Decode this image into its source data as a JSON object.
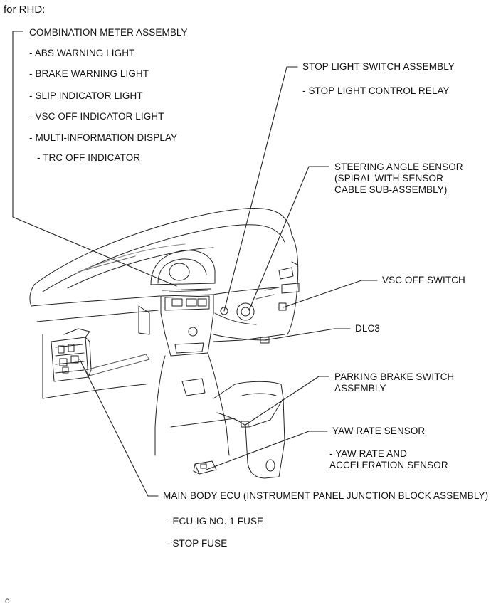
{
  "header": {
    "title": "for RHD:"
  },
  "combination_meter": {
    "title": "COMBINATION METER ASSEMBLY",
    "items": [
      "- ABS WARNING LIGHT",
      "- BRAKE WARNING LIGHT",
      "- SLIP INDICATOR LIGHT",
      "- VSC OFF INDICATOR LIGHT",
      "- MULTI-INFORMATION DISPLAY"
    ],
    "subitem": "- TRC OFF INDICATOR"
  },
  "stop_light_switch": {
    "title": "STOP LIGHT SWITCH ASSEMBLY",
    "items": [
      "- STOP LIGHT CONTROL RELAY"
    ]
  },
  "steering_angle_sensor": {
    "lines": [
      "STEERING ANGLE SENSOR",
      "(SPIRAL WITH SENSOR",
      "CABLE SUB-ASSEMBLY)"
    ]
  },
  "vsc_off_switch": {
    "title": "VSC OFF SWITCH"
  },
  "dlc3": {
    "title": "DLC3"
  },
  "parking_brake_switch": {
    "lines": [
      "PARKING BRAKE SWITCH",
      "ASSEMBLY"
    ]
  },
  "yaw_rate_sensor": {
    "title": "YAW RATE SENSOR",
    "items": [
      "- YAW RATE AND",
      "ACCELERATION SENSOR"
    ]
  },
  "main_body_ecu": {
    "title": "MAIN BODY ECU (INSTRUMENT PANEL JUNCTION BLOCK ASSEMBLY)",
    "items": [
      "- ECU-IG NO. 1 FUSE",
      "- STOP FUSE"
    ]
  },
  "footer": {
    "code": "o"
  }
}
